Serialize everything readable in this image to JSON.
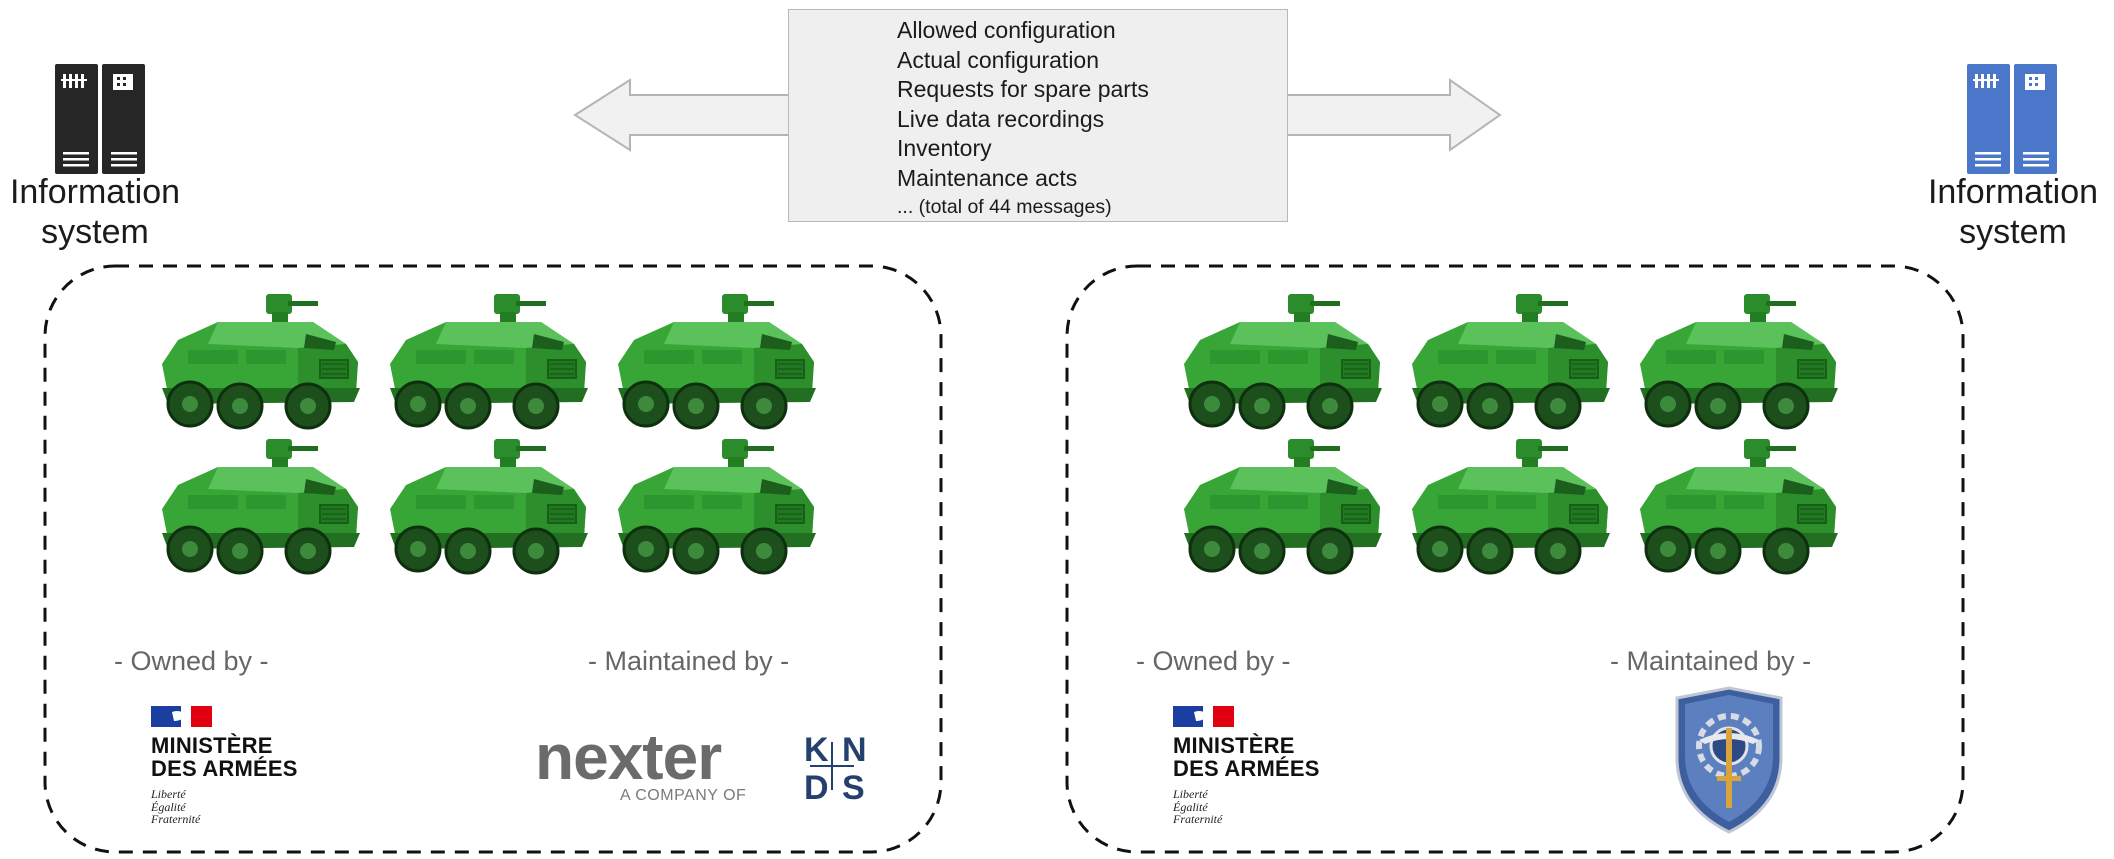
{
  "messages": {
    "items": [
      "Allowed configuration",
      "Actual configuration",
      "Requests for spare parts",
      "Live data recordings",
      "Inventory",
      "Maintenance acts"
    ],
    "footer": "... (total of 44 messages)"
  },
  "information_systems": {
    "left": {
      "line1": "Information",
      "line2": "system",
      "icon": "server-rack-icon",
      "color": "#262626"
    },
    "right": {
      "line1": "Information",
      "line2": "system",
      "icon": "server-rack-icon",
      "color": "#4a77c9"
    }
  },
  "fleets": {
    "left": {
      "owned_label": "- Owned by -",
      "maintained_label": "- Maintained by -",
      "vehicle_count": 6,
      "owner": {
        "line1": "MINISTÈRE",
        "line2": "DES ARMÉES",
        "motto": [
          "Liberté",
          "Égalité",
          "Fraternité"
        ]
      },
      "maintainer": {
        "name": "nexter",
        "tagline": "A COMPANY OF",
        "group": [
          "K",
          "N",
          "D",
          "S"
        ]
      }
    },
    "right": {
      "owned_label": "- Owned by -",
      "maintained_label": "- Maintained by -",
      "vehicle_count": 6,
      "owner": {
        "line1": "MINISTÈRE",
        "line2": "DES ARMÉES",
        "motto": [
          "Liberté",
          "Égalité",
          "Fraternité"
        ]
      },
      "maintainer": {
        "emblem": "military-shield-emblem-icon"
      }
    }
  },
  "colors": {
    "vehicle_green": "#2f9a2f",
    "arrow_fill": "#f1f1f1",
    "arrow_stroke": "#b5b5b5",
    "border_dash": "#111111",
    "flag_blue": "#1b3fa0",
    "flag_red": "#e1000f"
  }
}
